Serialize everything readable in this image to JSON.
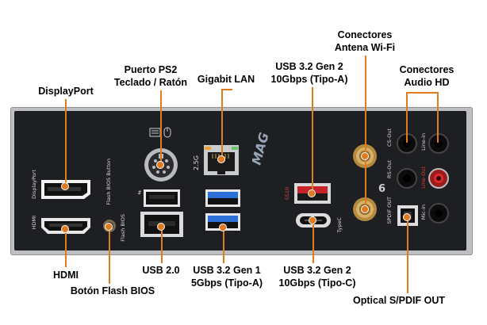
{
  "labels": {
    "displayport": "DisplayPort",
    "hdmi": "HDMI",
    "flash_button": "Botón Flash BIOS",
    "ps2_l1": "Puerto PS2",
    "ps2_l2": "Teclado / Ratón",
    "lan": "Gigabit LAN",
    "usb20": "USB 2.0",
    "usb_gen1_l1": "USB 3.2 Gen 1",
    "usb_gen1_l2": "5Gbps (Tipo-A)",
    "usb_gen2a_l1": "USB 3.2 Gen 2",
    "usb_gen2a_l2": "10Gbps (Tipo-A)",
    "usb_gen2c_l1": "USB 3.2 Gen 2",
    "usb_gen2c_l2": "10Gbps (Tipo-C)",
    "wifi_l1": "Conectores",
    "wifi_l2": "Antena Wi-Fi",
    "audio_l1": "Conectores",
    "audio_l2": "Audio HD",
    "spdif": "Optical S/PDIF OUT"
  },
  "silkscreen": {
    "displayport": "DisplayPort",
    "hdmi": "HDMI",
    "flash_bios_button": "Flash BIOS Button",
    "flash_bios": "Flash BIOS",
    "lan_speed": "2.5G",
    "brand": "MAG",
    "typec": "TypeC",
    "spdif_out": "SPDIF OUT",
    "rs_out": "RS-Out",
    "cs_out": "CS-Out",
    "line_in": "Line-in",
    "line_out": "Line-Out",
    "mic_in": "Mic-in"
  },
  "colors": {
    "leader": "#e07a1c",
    "usb3_blue": "#2c6fd6",
    "usb_gen2_red": "#c8232c",
    "panel": "#1e1f22",
    "plate": "#bdbfc1"
  }
}
